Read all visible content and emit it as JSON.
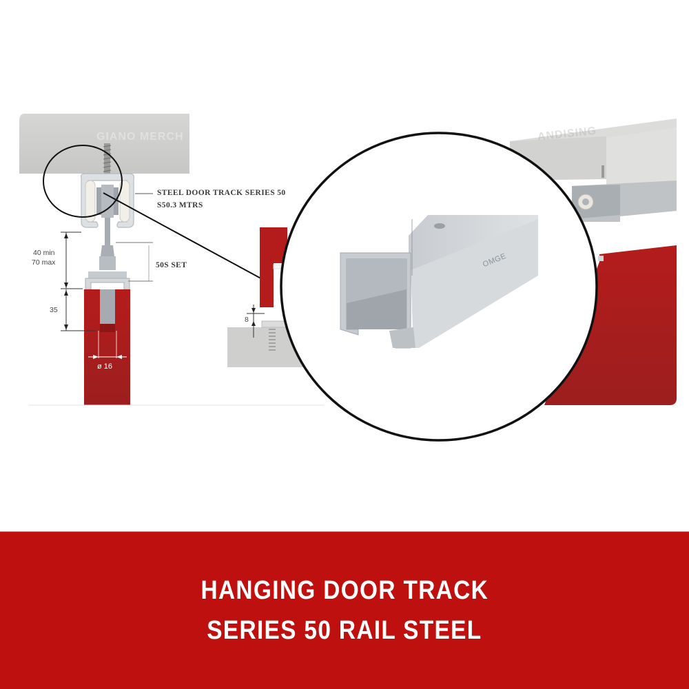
{
  "diagram": {
    "callout_label_line1": "STEEL DOOR TRACK SERIES 50",
    "callout_label_line2": "S50.3 MTRS",
    "set_label": "50S SET",
    "dimension_top_line1": "40 min",
    "dimension_top_line2": "70 max",
    "dimension_bottom": "35",
    "diameter_label": "ø 16",
    "floor_gap_label": "8",
    "rail_brand": "OMGE",
    "watermark_left": "GIANO MERCH",
    "watermark_right": "ANDISING"
  },
  "banner": {
    "line1": "HANGING DOOR TRACK",
    "line2": "SERIES 50 RAIL STEEL",
    "background_color": "#bf1010",
    "text_color": "#ffffff"
  },
  "colors": {
    "door_red": "#b41c1c",
    "concrete_gray": "#cfcfcd",
    "steel": "#c4c9cd",
    "outline": "#111111"
  }
}
